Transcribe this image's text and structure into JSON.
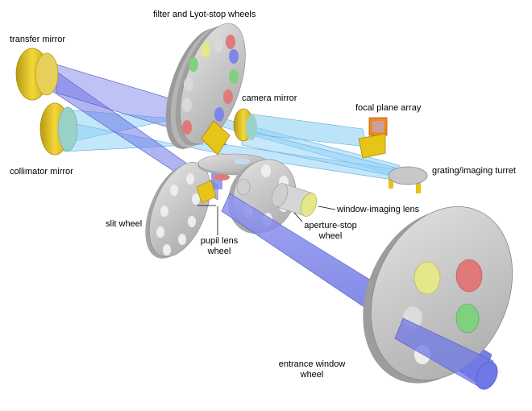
{
  "diagram": {
    "labels": {
      "filter_wheels": "filter and Lyot-stop wheels",
      "transfer_mirror": "transfer mirror",
      "camera_mirror": "camera mirror",
      "focal_plane_array": "focal plane array",
      "collimator_mirror": "collimator mirror",
      "grating_turret": "grating/imaging turret",
      "window_imaging_lens": "window-imaging lens",
      "slit_wheel": "slit wheel",
      "aperture_stop_wheel_1": "aperture-stop",
      "aperture_stop_wheel_2": "wheel",
      "pupil_lens_wheel_1": "pupil lens",
      "pupil_lens_wheel_2": "wheel",
      "entrance_window_wheel_1": "entrance window",
      "entrance_window_wheel_2": "wheel"
    },
    "colors": {
      "beam_blue": "#6f78e6",
      "beam_light": "#8fd2f5",
      "mirror_gold": "#e6c418",
      "wheel_gray": "#c9c9c9",
      "filter_red": "#e07a7a",
      "filter_green": "#7fd07f",
      "filter_yellow": "#e6e68a",
      "filter_blue": "#7a86e8",
      "fpa_orange": "#f08a1c"
    }
  }
}
